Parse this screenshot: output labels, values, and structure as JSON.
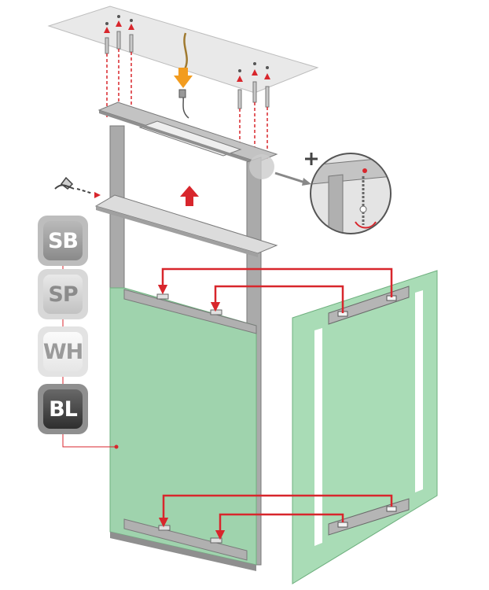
{
  "badges": [
    {
      "id": "sb",
      "label": "SB"
    },
    {
      "id": "sp",
      "label": "SP"
    },
    {
      "id": "wh",
      "label": "WH"
    },
    {
      "id": "bl",
      "label": "BL"
    }
  ],
  "colors": {
    "frame": "#aaaaaa",
    "frame_edge": "#7a7a7a",
    "panel_green": "#9fd3ad",
    "panel_edge": "#6fb07f",
    "arrow_red": "#d8262c",
    "arrow_orange": "#f29c1f",
    "ceiling": "#e9e9e9",
    "led_strip": "#ffffff"
  },
  "icons": [
    "plus-icon",
    "up-arrow-icon",
    "down-arrow-icon",
    "screw-icon",
    "wrench-icon",
    "cable-icon"
  ]
}
